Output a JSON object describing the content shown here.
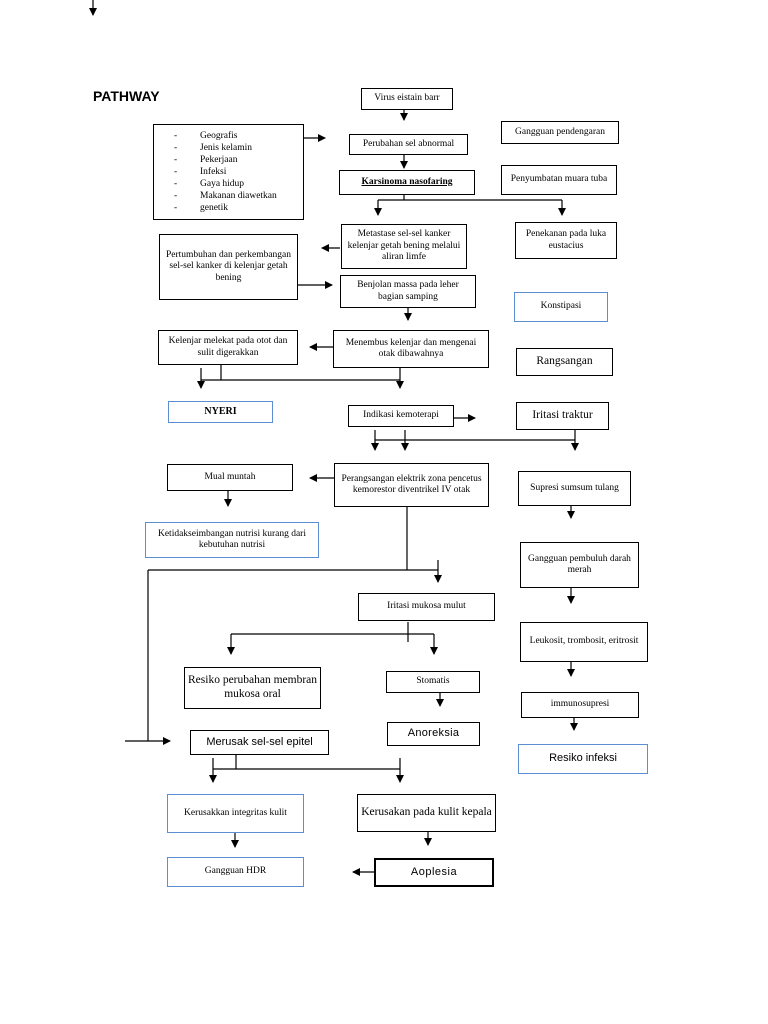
{
  "title": "PATHWAY",
  "factors": [
    "Geografis",
    "Jenis kelamin",
    "Pekerjaan",
    "Infeksi",
    "Gaya hidup",
    "Makanan diawetkan",
    "genetik"
  ],
  "nodes": {
    "virus": "Virus eistain barr",
    "perubahan_sel": "Perubahan sel abnormal",
    "karsinoma": "Karsinoma nasofaring",
    "gangguan_pendengaran": "Gangguan pendengaran",
    "penyumbatan": "Penyumbatan muara tuba",
    "penekanan": "Penekanan pada luka eustacius",
    "metastase": "Metastase sel-sel kanker kelenjar getah bening melalui aliran limfe",
    "pertumbuhan": "Pertumbuhan dan perkembangan sel-sel kanker di kelenjar getah bening",
    "benjolan": "Benjolan massa pada leher bagian samping",
    "konstipasi": "Konstipasi",
    "kelenjar_melekat": "Kelenjar melekat pada otot dan sulit digerakkan",
    "menembus": "Menembus kelenjar dan mengenai otak dibawahnya",
    "rangsangan": "Rangsangan",
    "nyeri": "NYERI",
    "indikasi": "Indikasi kemoterapi",
    "iritasi_traktur": "Iritasi traktur",
    "mual": "Mual muntah",
    "perangsangan": "Perangsangan elektrik zona pencetus kemorestor diventrikel IV otak",
    "supresi": "Supresi sumsum tulang",
    "ketidakseimbangan": "Ketidakseimbangan nutrisi kurang dari kebutuhan nutrisi",
    "gangguan_pembuluh": "Gangguan pembuluh darah merah",
    "iritasi_mukosa": "Iritasi mukosa mulut",
    "leukosit": "Leukosit, trombosit, eritrosit",
    "resiko_membran": "Resiko perubahan membran mukosa oral",
    "stomatis": "Stomatis",
    "immunosupresi": "immunosupresi",
    "anoreksia": "Anoreksia",
    "merusak": "Merusak sel-sel epitel",
    "resiko_infeksi": "Resiko infeksi",
    "kerusakan_integritas": "Kerusakkan integritas kulit",
    "kerusakan_kepala": "Kerusakan pada kulit kepala",
    "gangguan_hdr": "Gangguan HDR",
    "aoplesia": "Aoplesia"
  }
}
